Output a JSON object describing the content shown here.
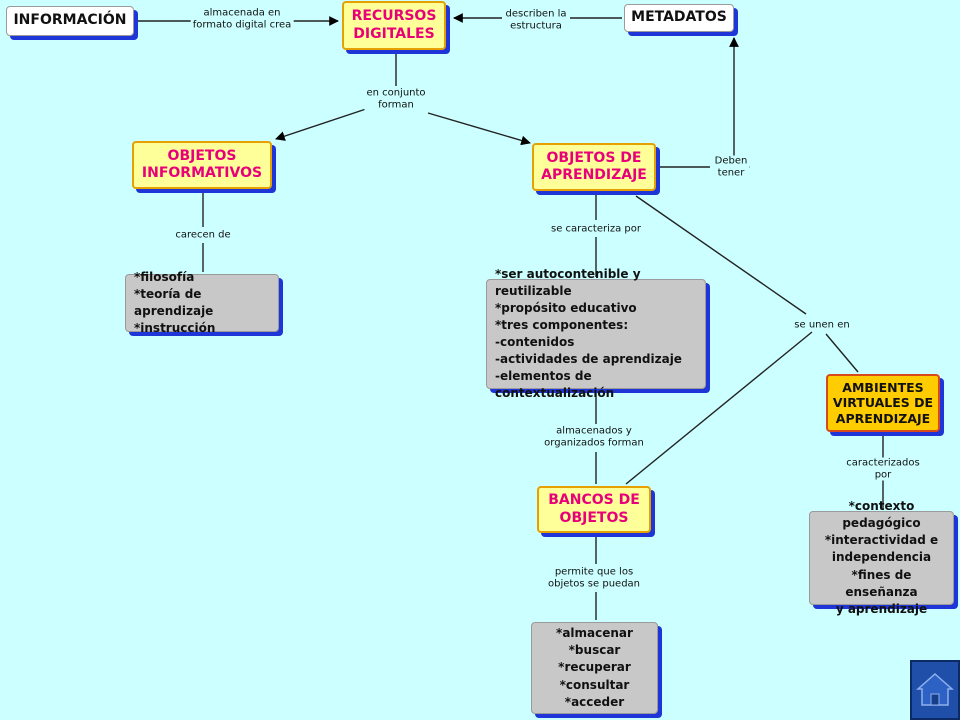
{
  "nodes": {
    "informacion": "INFORMACIÓN",
    "recursos_digitales": "RECURSOS\nDIGITALES",
    "metadatos": "METADATOS",
    "objetos_informativos": "OBJETOS\nINFORMATIVOS",
    "objetos_aprendizaje": "OBJETOS DE\nAPRENDIZAJE",
    "filosofia": "*filosofía\n*teoría de aprendizaje\n*instrucción",
    "caracteristicas": "*ser autocontenible y reutilizable\n*propósito educativo\n*tres componentes:\n-contenidos\n-actividades de aprendizaje\n-elementos de contextualización",
    "ambientes": "AMBIENTES\nVIRTUALES DE\nAPRENDIZAJE",
    "bancos": "BANCOS DE\nOBJETOS",
    "contexto": "*contexto pedagógico\n*interactividad e\nindependencia\n*fines de enseñanza\ny aprendizaje",
    "acciones": "*almacenar\n*buscar\n*recuperar\n*consultar\n*acceder"
  },
  "links": {
    "almacenada": "almacenada en\nformato digital crea",
    "describen": "describen la\nestructura",
    "en_conjunto": "en conjunto\nforman",
    "deben_tener": "Deben\ntener",
    "carecen": "carecen de",
    "se_caracteriza": "se caracteriza por",
    "se_unen": "se unen en",
    "almacenados": "almacenados y\norganizados forman",
    "caracterizados": "caracterizados por",
    "permite": "permite que los\nobjetos se puedan"
  },
  "colors": {
    "background": "#ccffff",
    "shadow": "#1f35d8",
    "concept_yellow": "#ffff99",
    "concept_text": "#e8007a",
    "concept_orange": "#ffcc00",
    "detail_gray": "#c8c8c8"
  },
  "icons": {
    "home_button": "home-icon"
  }
}
